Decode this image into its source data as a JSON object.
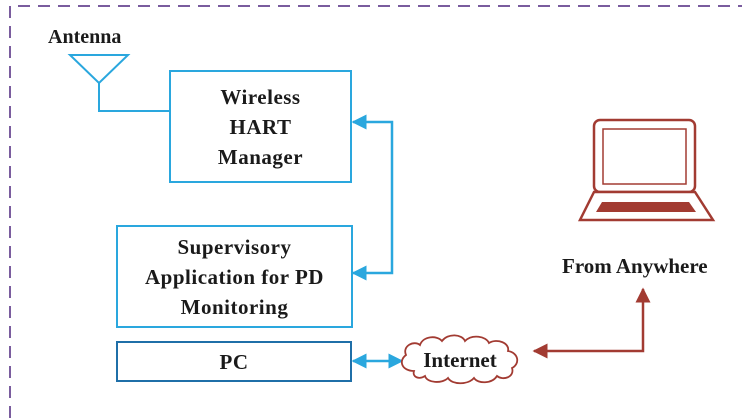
{
  "labels": {
    "antenna": "Antenna",
    "wireless_hart_manager": [
      "Wireless",
      "HART",
      "Manager"
    ],
    "supervisory_application": [
      "Supervisory",
      "Application for PD",
      "Monitoring"
    ],
    "pc": "PC",
    "internet": "Internet",
    "from_anywhere": "From Anywhere"
  },
  "colors": {
    "border_dashed": "#7a5c9e",
    "box_stroke": "#2aa7de",
    "pc_box_stroke": "#1f6fa8",
    "arrow_blue": "#2aa7de",
    "laptop": "#a23b32",
    "arrow_red": "#a23b32",
    "cloud": "#a23b32"
  },
  "icons": {
    "antenna": "antenna-icon",
    "laptop": "laptop-icon",
    "cloud": "cloud-icon"
  }
}
